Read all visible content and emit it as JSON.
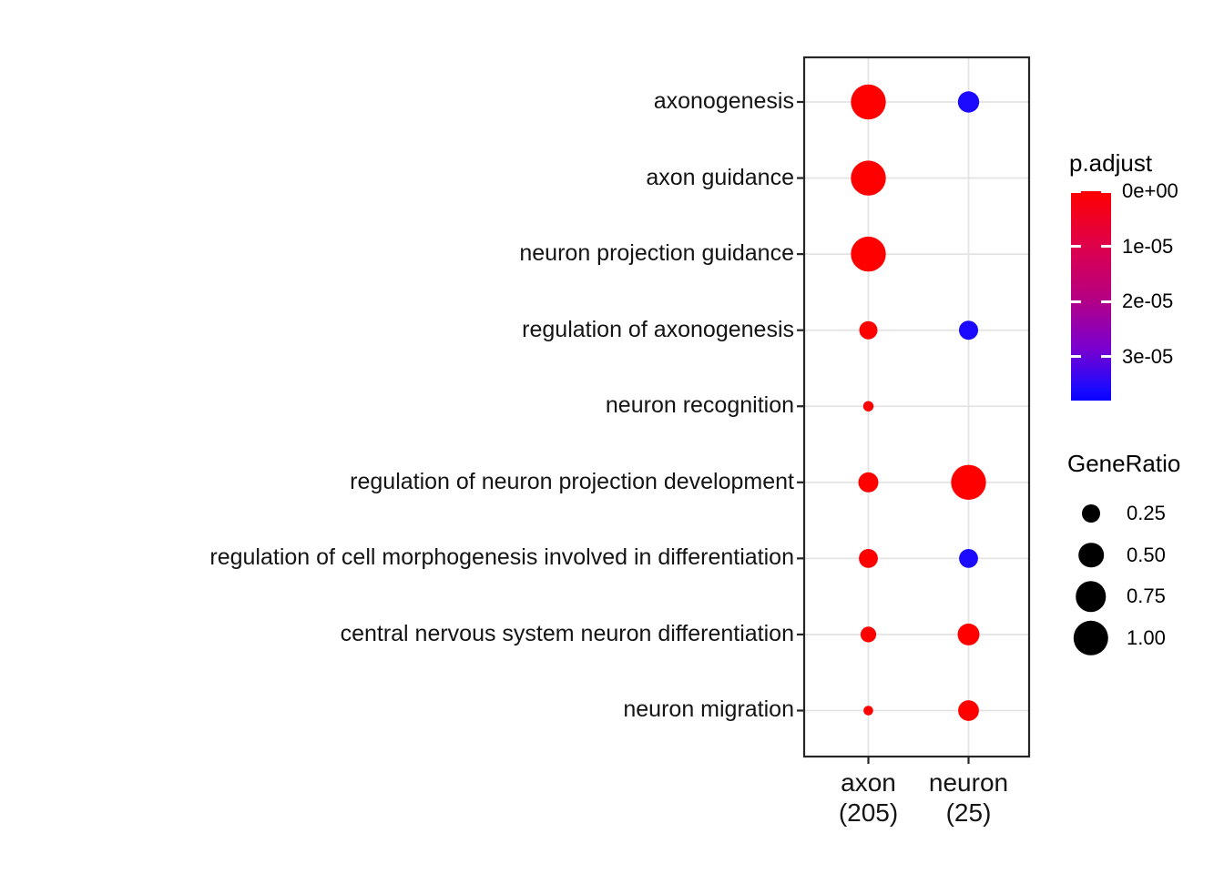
{
  "chart_data": {
    "type": "scatter",
    "subtype": "enrichment-dotplot",
    "title": "",
    "x_categories": [
      {
        "label": "axon",
        "count_label": "(205)"
      },
      {
        "label": "neuron",
        "count_label": "(25)"
      }
    ],
    "y_categories": [
      "axonogenesis",
      "axon guidance",
      "neuron projection guidance",
      "regulation of axonogenesis",
      "neuron recognition",
      "regulation of neuron projection development",
      "regulation of cell morphogenesis involved in differentiation",
      "central nervous system neuron differentiation",
      "neuron migration"
    ],
    "points": [
      {
        "x": "axon",
        "y": "axonogenesis",
        "gene_ratio": 1.0,
        "p_adjust": 0
      },
      {
        "x": "neuron",
        "y": "axonogenesis",
        "gene_ratio": 0.35,
        "p_adjust": 3.6e-05
      },
      {
        "x": "axon",
        "y": "axon guidance",
        "gene_ratio": 1.0,
        "p_adjust": 0
      },
      {
        "x": "axon",
        "y": "neuron projection guidance",
        "gene_ratio": 1.0,
        "p_adjust": 0
      },
      {
        "x": "axon",
        "y": "regulation of axonogenesis",
        "gene_ratio": 0.25,
        "p_adjust": 0
      },
      {
        "x": "neuron",
        "y": "regulation of axonogenesis",
        "gene_ratio": 0.28,
        "p_adjust": 3.6e-05
      },
      {
        "x": "axon",
        "y": "neuron recognition",
        "gene_ratio": 0.07,
        "p_adjust": 0
      },
      {
        "x": "axon",
        "y": "regulation of neuron projection development",
        "gene_ratio": 0.31,
        "p_adjust": 0
      },
      {
        "x": "neuron",
        "y": "regulation of neuron projection development",
        "gene_ratio": 1.0,
        "p_adjust": 0
      },
      {
        "x": "axon",
        "y": "regulation of cell morphogenesis involved in differentiation",
        "gene_ratio": 0.27,
        "p_adjust": 0
      },
      {
        "x": "neuron",
        "y": "regulation of cell morphogenesis involved in differentiation",
        "gene_ratio": 0.27,
        "p_adjust": 3.6e-05
      },
      {
        "x": "axon",
        "y": "central nervous system neuron differentiation",
        "gene_ratio": 0.18,
        "p_adjust": 0
      },
      {
        "x": "neuron",
        "y": "central nervous system neuron differentiation",
        "gene_ratio": 0.37,
        "p_adjust": 0
      },
      {
        "x": "axon",
        "y": "neuron migration",
        "gene_ratio": 0.06,
        "p_adjust": 0
      },
      {
        "x": "neuron",
        "y": "neuron migration",
        "gene_ratio": 0.33,
        "p_adjust": 0
      }
    ],
    "color_scale": {
      "max": 3.8e-05,
      "stops": [
        {
          "pos": 0,
          "color": "#FF0000"
        },
        {
          "pos": 0.25,
          "color": "#E00048"
        },
        {
          "pos": 0.5,
          "color": "#B80080"
        },
        {
          "pos": 0.75,
          "color": "#7A00D0"
        },
        {
          "pos": 0.95,
          "color": "#1A0AFF"
        },
        {
          "pos": 1,
          "color": "#0800FF"
        }
      ]
    },
    "legends": {
      "color": {
        "title": "p.adjust",
        "ticks": [
          "0e+00",
          "1e-05",
          "2e-05",
          "3e-05"
        ],
        "tick_values": [
          0,
          1e-05,
          2e-05,
          3e-05
        ]
      },
      "size": {
        "title": "GeneRatio",
        "labels": [
          "0.25",
          "0.50",
          "0.75",
          "1.00"
        ],
        "values": [
          0.25,
          0.5,
          0.75,
          1.0
        ]
      }
    },
    "layout_hints": {
      "grid": "on",
      "panel_border": "on",
      "legend_position": "right"
    }
  }
}
